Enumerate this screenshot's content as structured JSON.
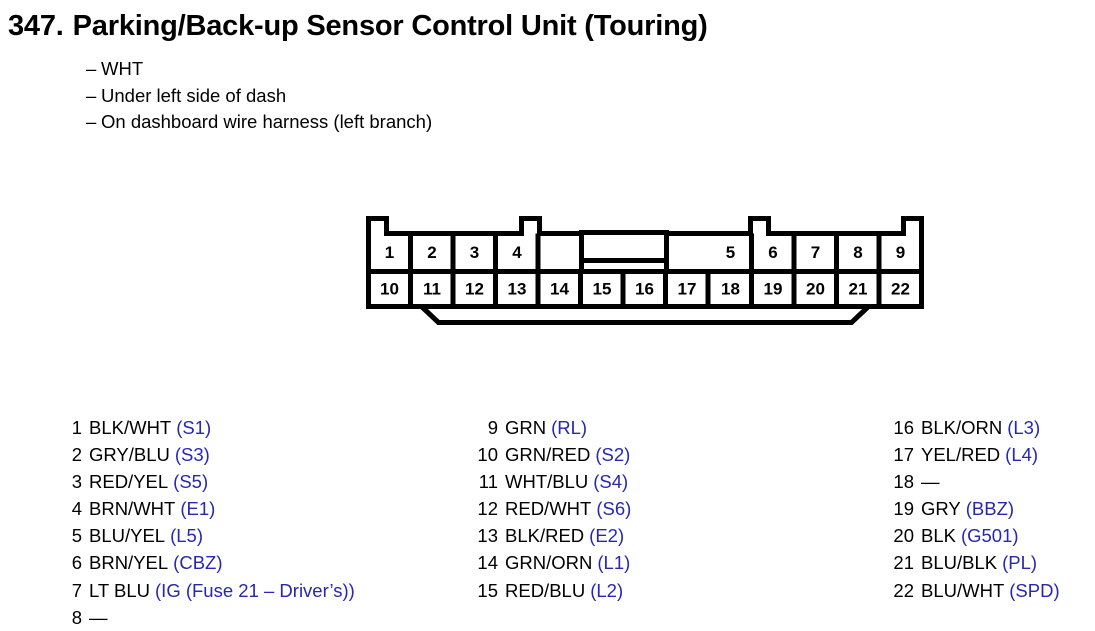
{
  "header": {
    "number": "347.",
    "title": "Parking/Back-up Sensor Control Unit (Touring)",
    "full_title": "347. Parking/Back-up Sensor Control Unit (Touring)",
    "notes": [
      {
        "dash": "–",
        "text": "WHT"
      },
      {
        "dash": "–",
        "text": "Under left side of dash"
      },
      {
        "dash": "–",
        "text": "On dashboard wire harness (left branch)"
      }
    ]
  },
  "connector": {
    "name": "22-pin connector diagram",
    "top_row_pins": [
      "1",
      "2",
      "3",
      "4",
      "5",
      "6",
      "7",
      "8",
      "9"
    ],
    "bottom_row_pins": [
      "10",
      "11",
      "12",
      "13",
      "14",
      "15",
      "16",
      "17",
      "18",
      "19",
      "20",
      "21",
      "22"
    ],
    "top_row_left_group": [
      "1",
      "2",
      "3",
      "4"
    ],
    "top_row_right_group": [
      "5",
      "6",
      "7",
      "8",
      "9"
    ],
    "locking_tabs": 4,
    "center_keyway": "raised rectangular key block above pins 15-16"
  },
  "legend": {
    "columns": [
      {
        "name": "column-1",
        "rows": [
          {
            "pin": "1",
            "wire": "BLK/WHT",
            "code": "(S1)"
          },
          {
            "pin": "2",
            "wire": "GRY/BLU",
            "code": "(S3)"
          },
          {
            "pin": "3",
            "wire": "RED/YEL",
            "code": "(S5)"
          },
          {
            "pin": "4",
            "wire": "BRN/WHT",
            "code": "(E1)"
          },
          {
            "pin": "5",
            "wire": "BLU/YEL",
            "code": "(L5)"
          },
          {
            "pin": "6",
            "wire": "BRN/YEL",
            "code": "(CBZ)"
          },
          {
            "pin": "7",
            "wire": "LT BLU",
            "code": "(IG (Fuse 21 – Driver’s))"
          },
          {
            "pin": "8",
            "wire": "—",
            "code": ""
          }
        ]
      },
      {
        "name": "column-2",
        "rows": [
          {
            "pin": "9",
            "wire": "GRN",
            "code": "(RL)"
          },
          {
            "pin": "10",
            "wire": "GRN/RED",
            "code": "(S2)"
          },
          {
            "pin": "11",
            "wire": "WHT/BLU",
            "code": "(S4)"
          },
          {
            "pin": "12",
            "wire": "RED/WHT",
            "code": "(S6)"
          },
          {
            "pin": "13",
            "wire": "BLK/RED",
            "code": "(E2)"
          },
          {
            "pin": "14",
            "wire": "GRN/ORN",
            "code": "(L1)"
          },
          {
            "pin": "15",
            "wire": "RED/BLU",
            "code": "(L2)"
          }
        ]
      },
      {
        "name": "column-3",
        "rows": [
          {
            "pin": "16",
            "wire": "BLK/ORN",
            "code": "(L3)"
          },
          {
            "pin": "17",
            "wire": "YEL/RED",
            "code": "(L4)"
          },
          {
            "pin": "18",
            "wire": "—",
            "code": ""
          },
          {
            "pin": "19",
            "wire": "GRY",
            "code": "(BBZ)"
          },
          {
            "pin": "20",
            "wire": "BLK",
            "code": "(G501)"
          },
          {
            "pin": "21",
            "wire": "BLU/BLK",
            "code": "(PL)"
          },
          {
            "pin": "22",
            "wire": "BLU/WHT",
            "code": "(SPD)"
          }
        ]
      }
    ]
  },
  "colors": {
    "text": "#000000",
    "circuit_code": "#2727b0",
    "background": "#ffffff",
    "connector_outline": "#000000"
  }
}
